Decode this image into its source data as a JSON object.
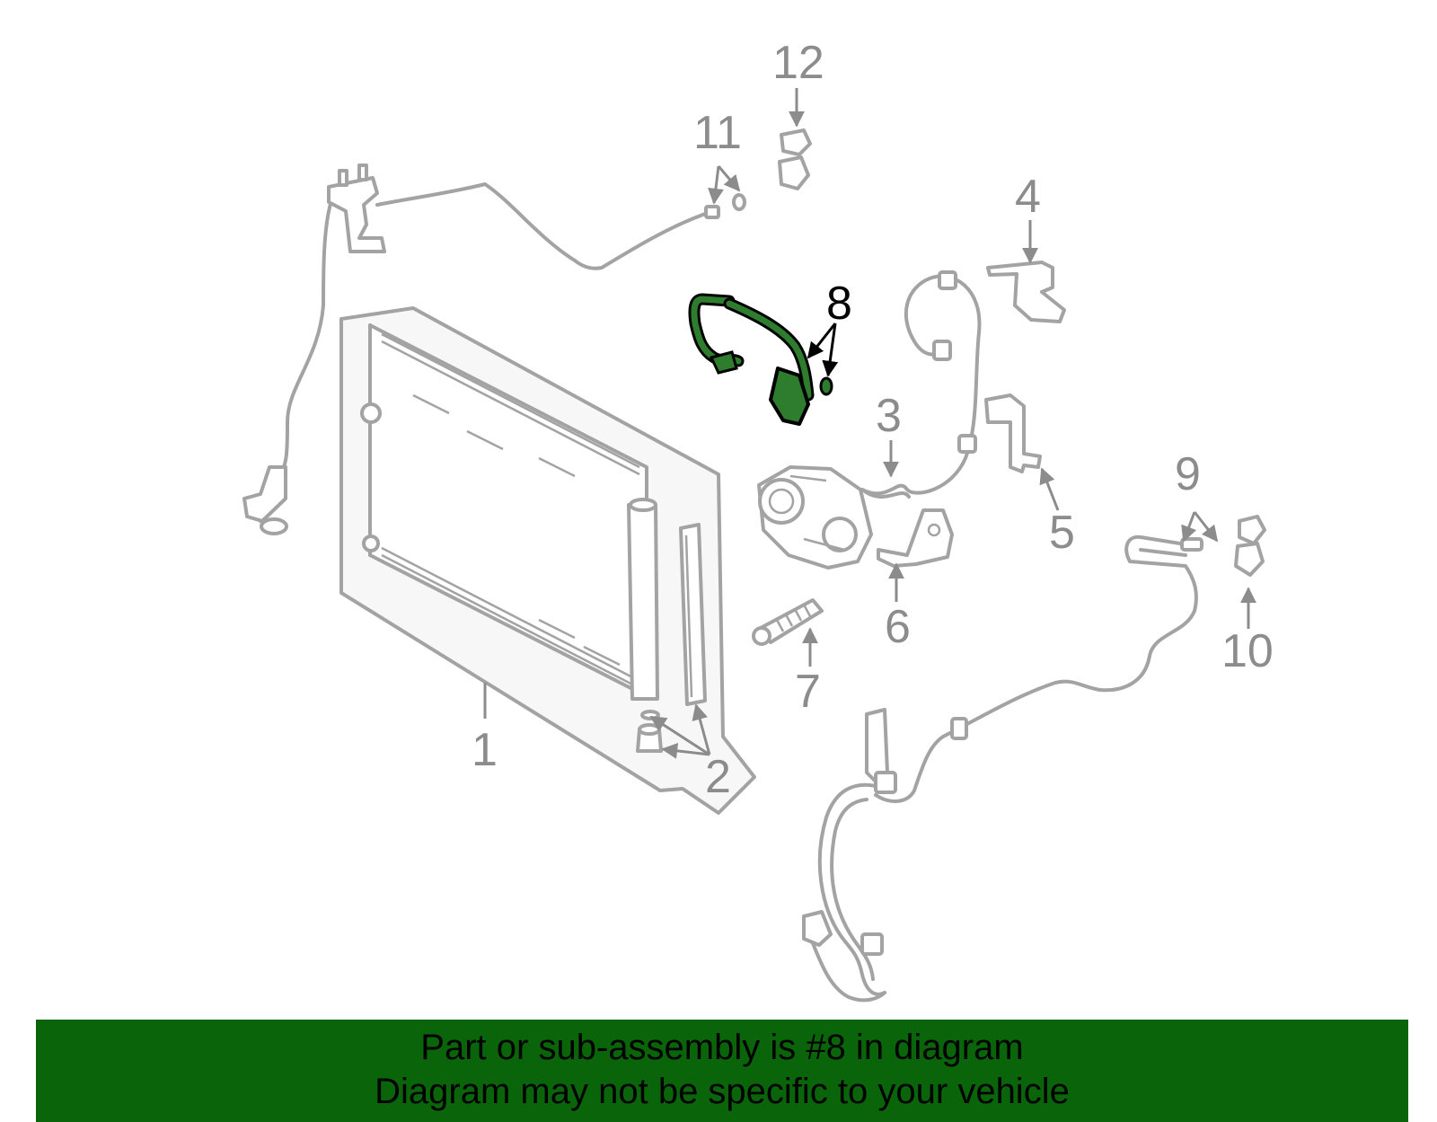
{
  "diagram": {
    "callouts": [
      {
        "id": "1",
        "label": "1"
      },
      {
        "id": "2",
        "label": "2"
      },
      {
        "id": "3",
        "label": "3"
      },
      {
        "id": "4",
        "label": "4"
      },
      {
        "id": "5",
        "label": "5"
      },
      {
        "id": "6",
        "label": "6"
      },
      {
        "id": "7",
        "label": "7"
      },
      {
        "id": "8",
        "label": "8"
      },
      {
        "id": "9",
        "label": "9"
      },
      {
        "id": "10",
        "label": "10"
      },
      {
        "id": "11",
        "label": "11"
      },
      {
        "id": "12",
        "label": "12"
      }
    ],
    "highlighted_part": "8",
    "colors": {
      "highlight": "#2e7d2e",
      "parts": "#a3a3a3",
      "banner": "#0a650a"
    }
  },
  "banner": {
    "line1": "Part or sub-assembly is #8 in diagram",
    "line2": "Diagram may not be specific to your vehicle"
  }
}
